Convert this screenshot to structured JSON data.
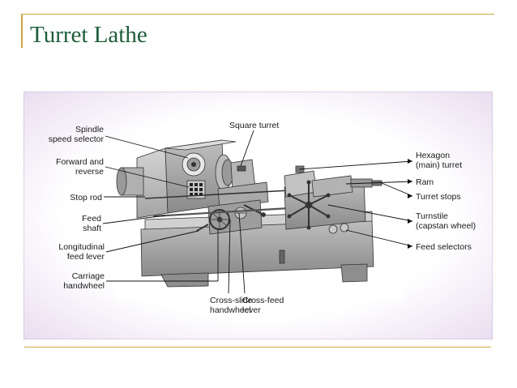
{
  "slide": {
    "title": "Turret Lathe"
  },
  "colors": {
    "title": "#1f5d3a",
    "accent_rule": "#c9a646",
    "frame_border": "#c8b4d6"
  },
  "diagram": {
    "labels": {
      "spindle_speed_selector_1": "Spindle",
      "spindle_speed_selector_2": "speed selector",
      "forward_reverse_1": "Forward and",
      "forward_reverse_2": "reverse",
      "stop_rod": "Stop rod",
      "feed_shaft_1": "Feed",
      "feed_shaft_2": "shaft",
      "longitudinal_feed_lever_1": "Longitudinal",
      "longitudinal_feed_lever_2": "feed lever",
      "carriage_handwheel_1": "Carriage",
      "carriage_handwheel_2": "handwheel",
      "square_turret": "Square turret",
      "cross_slide_handwheel_1": "Cross-slide",
      "cross_slide_handwheel_2": "handwheel",
      "cross_feed_lever_1": "Cross-feed",
      "cross_feed_lever_2": "lever",
      "hexagon_turret_1": "Hexagon",
      "hexagon_turret_2": "(main) turret",
      "ram": "Ram",
      "turret_stops": "Turret stops",
      "turnstile_1": "Turnstile",
      "turnstile_2": "(capstan wheel)",
      "feed_selectors": "Feed selectors"
    }
  }
}
